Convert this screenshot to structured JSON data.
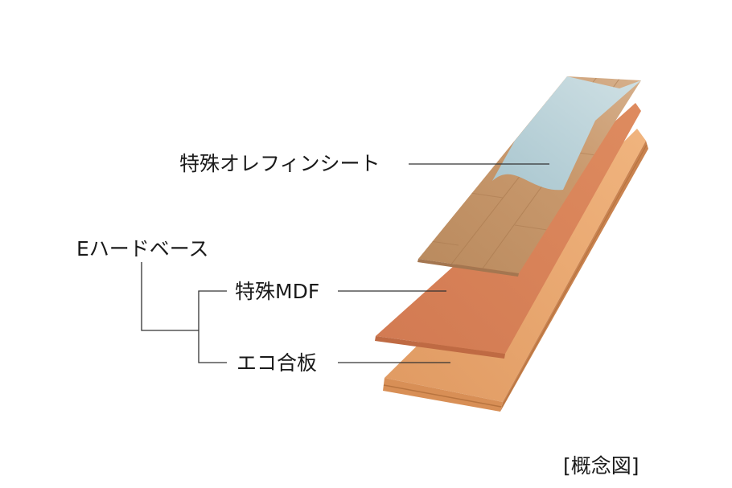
{
  "labels": {
    "olefin_sheet": "特殊オレフィンシート",
    "e_hard_base": "Eハードベース",
    "special_mdf": "特殊MDF",
    "eco_plywood": "エコ合板",
    "caption": "[概念図]"
  },
  "colors": {
    "olefin_sheet": "#c39266",
    "olefin_peeled": "#b4cdd4",
    "mdf": "#d67e55",
    "mdf_edge": "#bf6a43",
    "plywood": "#e6a26a",
    "plywood_edge": "#cf8c55",
    "leader_line": "#333333"
  }
}
